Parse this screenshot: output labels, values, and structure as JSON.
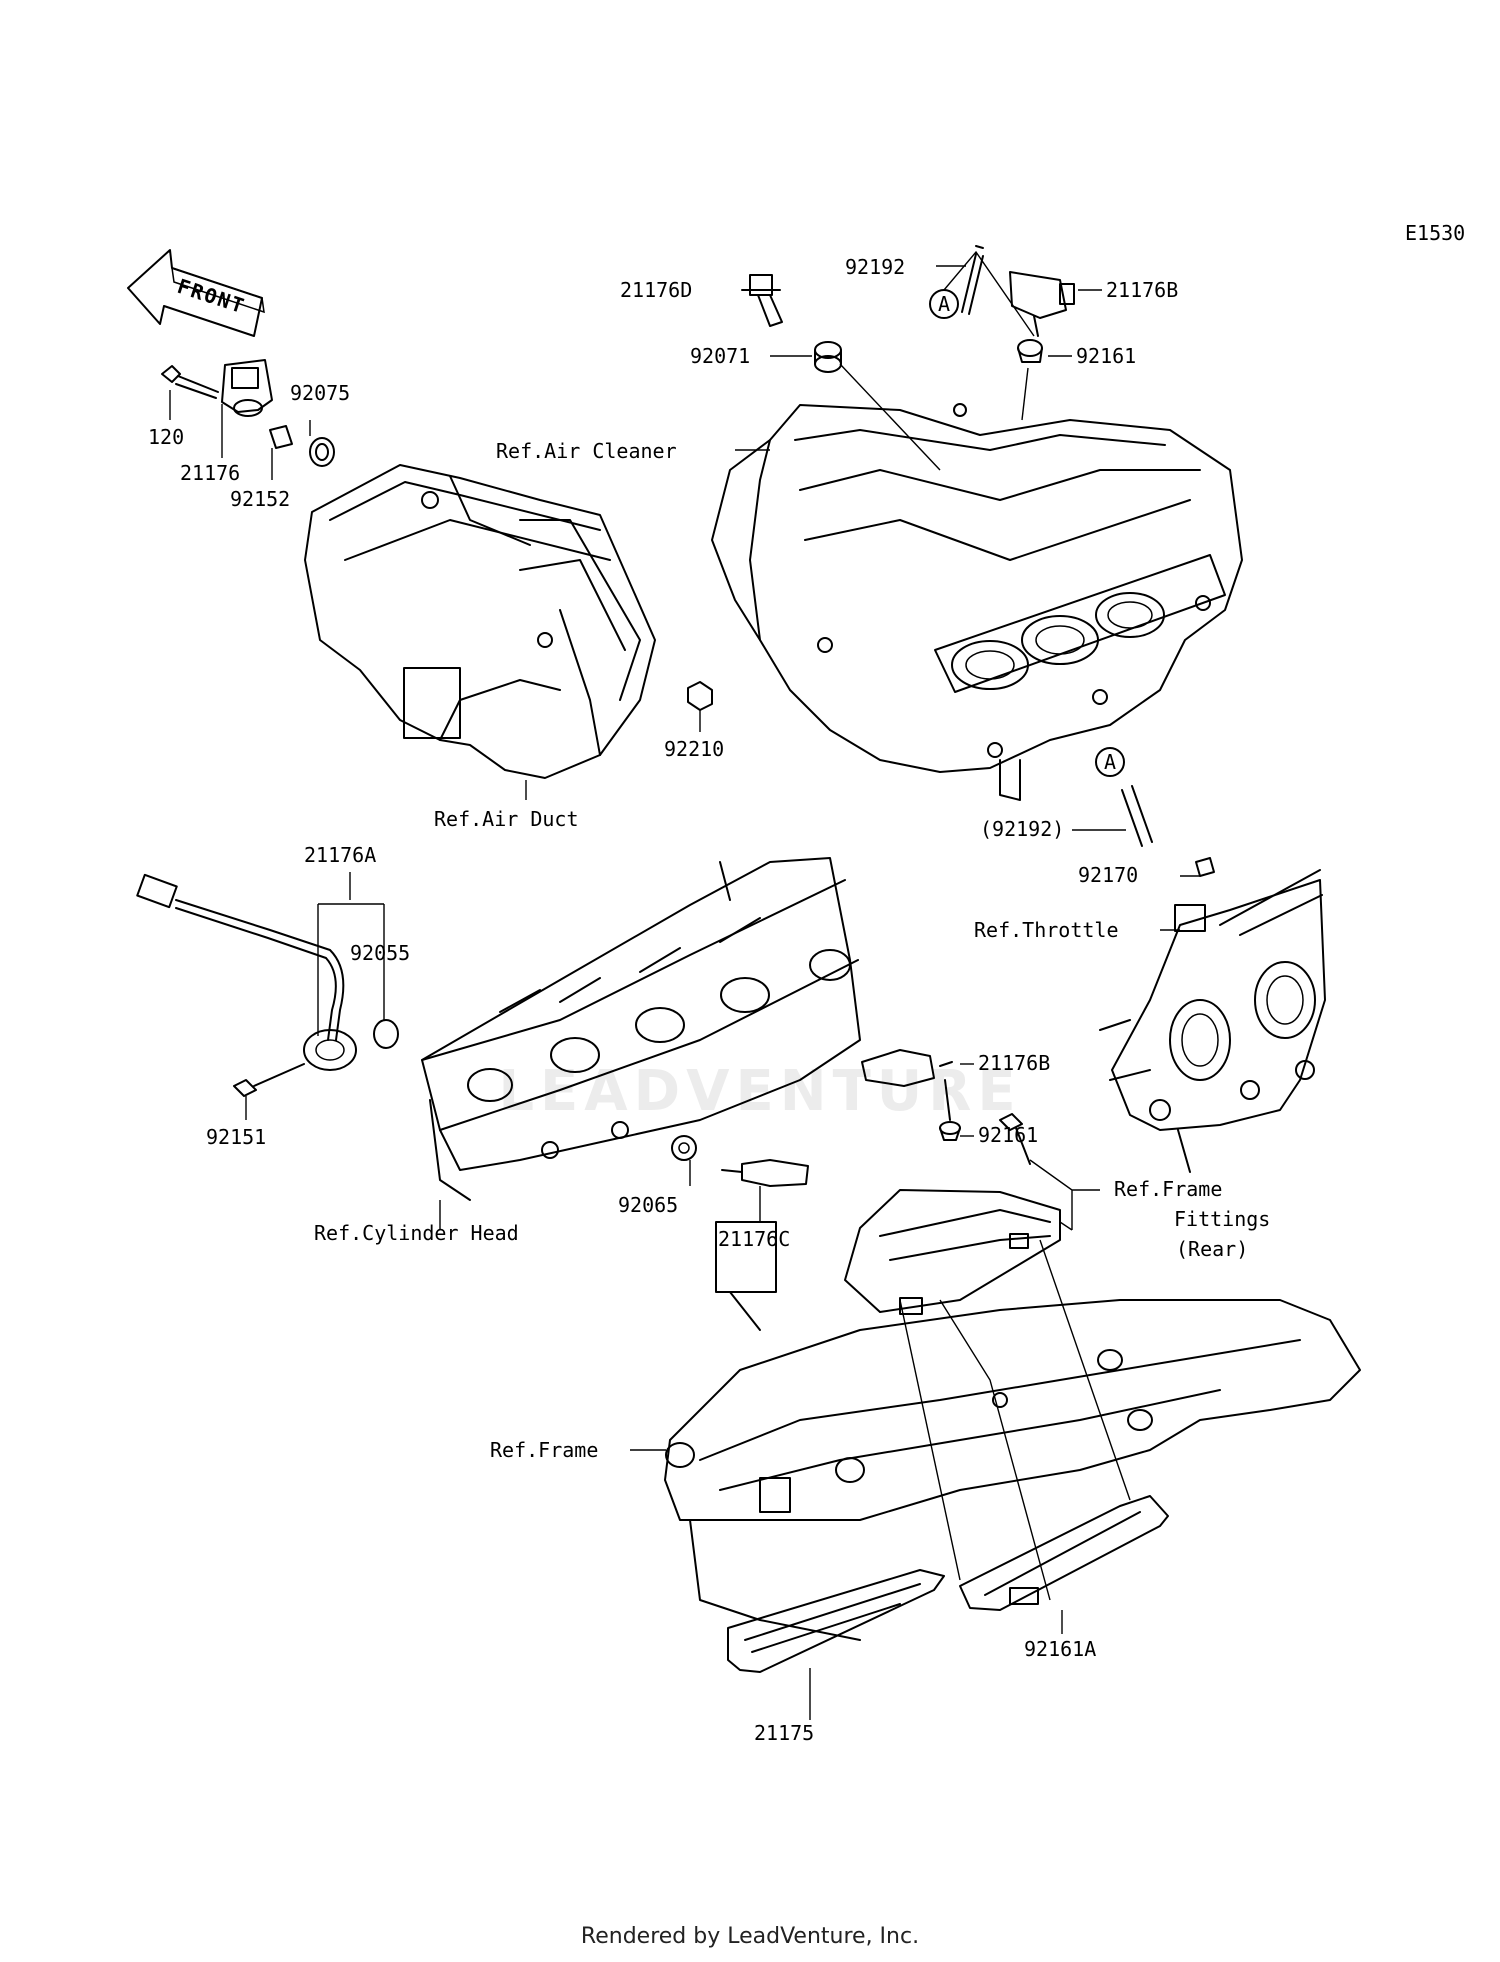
{
  "diagram_code": "E1530",
  "front_label": "FRONT",
  "callout_a": "A",
  "footer": "Rendered by LeadVenture, Inc.",
  "watermark": "LEADVENTURE",
  "labels": {
    "p21176D": "21176D",
    "p92192": "92192",
    "p21176B_top": "21176B",
    "p92071": "92071",
    "p92161_top": "92161",
    "p120": "120",
    "p92075": "92075",
    "p21176": "21176",
    "p92152": "92152",
    "ref_air_cleaner": "Ref.Air Cleaner",
    "p92210": "92210",
    "ref_air_duct": "Ref.Air Duct",
    "p92192_paren": "(92192)",
    "p92170": "92170",
    "ref_throttle": "Ref.Throttle",
    "p21176A": "21176A",
    "p92055": "92055",
    "p92151": "92151",
    "p21176B_mid": "21176B",
    "p92161_mid": "92161",
    "ref_frame_fittings_1": "Ref.Frame",
    "ref_frame_fittings_2": "Fittings",
    "ref_frame_fittings_3": "(Rear)",
    "ref_cylinder_head": "Ref.Cylinder Head",
    "p92065": "92065",
    "p21176C": "21176C",
    "ref_frame": "Ref.Frame",
    "p21175": "21175",
    "p92161A": "92161A"
  }
}
